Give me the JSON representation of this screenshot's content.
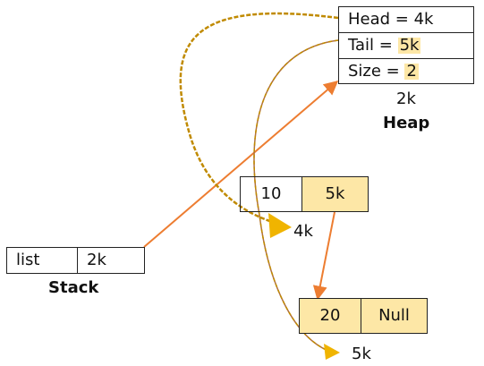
{
  "heap": {
    "rows": [
      {
        "prefix": "Head = ",
        "value": "4k",
        "highlight": false
      },
      {
        "prefix": "Tail = ",
        "value": "5k",
        "highlight": true
      },
      {
        "prefix": "Size = ",
        "value": "2",
        "highlight": true
      }
    ],
    "address": "2k",
    "label": "Heap"
  },
  "stack": {
    "var_name": "list",
    "value": "2k",
    "label": "Stack"
  },
  "node1": {
    "data": "10",
    "next": "5k",
    "address": "4k"
  },
  "node2": {
    "data": "20",
    "next": "Null",
    "address": "5k"
  },
  "colors": {
    "highlight": "#fde7a6",
    "orange_arrow": "#ed7d31",
    "gold_arrow": "#f0b400",
    "dashed": "#c08a00",
    "brown_curve": "#b07040"
  }
}
